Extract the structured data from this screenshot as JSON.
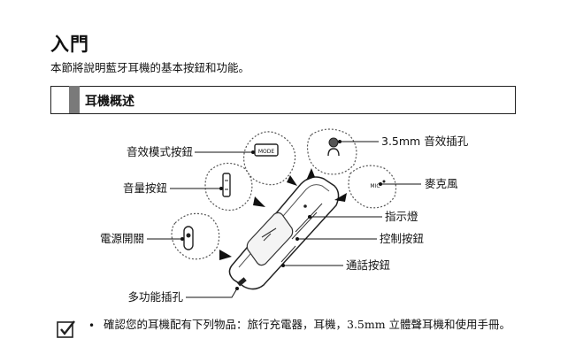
{
  "page": {
    "title": "入門",
    "intro": "本節將說明藍牙耳機的基本按鈕和功能。"
  },
  "section": {
    "heading": "耳機概述"
  },
  "diagram": {
    "labels": {
      "sound_mode_button": "音效模式按鈕",
      "volume_button": "音量按鈕",
      "power_switch": "電源開關",
      "multifunction_jack": "多功能插孔",
      "audio_jack": "3.5mm 音效插孔",
      "microphone": "麥克風",
      "indicator": "指示燈",
      "control_button": "控制按鈕",
      "call_button": "通話按鈕"
    },
    "button_texts": {
      "mode": "MODE",
      "mic": "MIC"
    }
  },
  "note": {
    "bullet": "•",
    "text": "確認您的耳機配有下列物品：旅行充電器，耳機，3.5mm 立體聲耳機和使用手冊。"
  }
}
